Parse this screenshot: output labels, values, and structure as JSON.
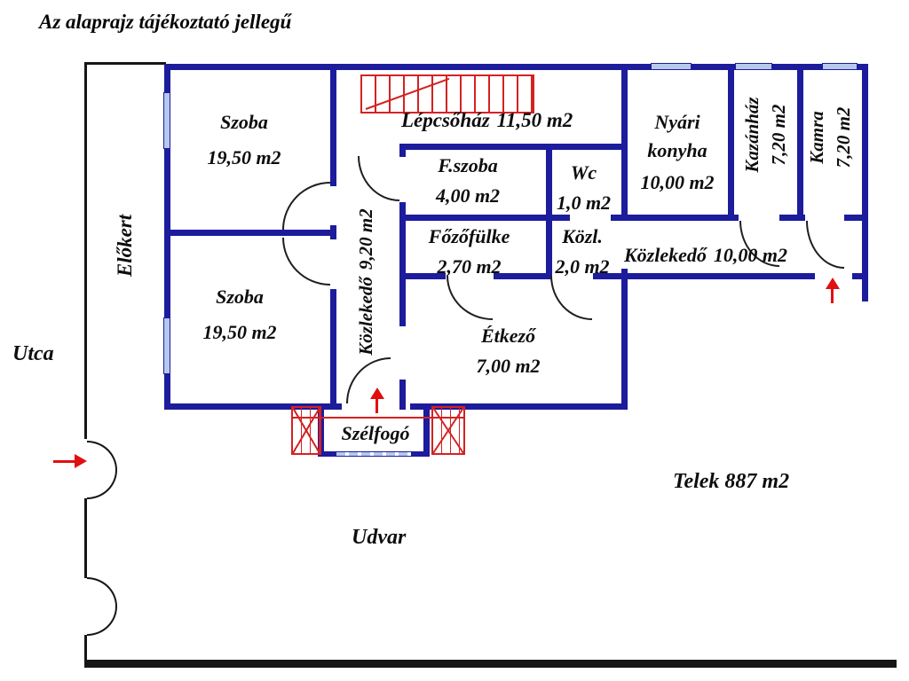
{
  "title": "Az alaprajz tájékoztató jellegű",
  "rooms": {
    "szoba_top": {
      "name": "Szoba",
      "area": "19,50 m2"
    },
    "szoba_bottom": {
      "name": "Szoba",
      "area": "19,50 m2"
    },
    "lepcsohaz": {
      "name": "Lépcsőház",
      "area": "11,50 m2"
    },
    "kozlekedo_vertical": {
      "name": "Közlekedő",
      "area": "9,20 m2"
    },
    "fszoba": {
      "name": "F.szoba",
      "area": "4,00 m2"
    },
    "wc": {
      "name": "Wc",
      "area": "1,0 m2"
    },
    "fozofulke": {
      "name": "Főzőfülke",
      "area": "2,70 m2"
    },
    "kozl": {
      "name": "Közl.",
      "area": "2,0 m2"
    },
    "etkezo": {
      "name": "Étkező",
      "area": "7,00 m2"
    },
    "nyari_konyha": {
      "name": "Nyári konyha",
      "area": "10,00 m2"
    },
    "kazanhaz": {
      "name": "Kazánház",
      "area": "7,20 m2"
    },
    "kamra": {
      "name": "Kamra",
      "area": "7,20 m2"
    },
    "kozlekedo_horizontal": {
      "name": "Közlekedő",
      "area": "10,00 m2"
    },
    "szelfogo": {
      "name": "Szélfogó",
      "area": ""
    }
  },
  "outside": {
    "utca": "Utca",
    "elokert": "Előkert",
    "udvar": "Udvar",
    "telek": "Telek 887 m2"
  },
  "colors": {
    "wall": "#1c1c9c",
    "window": "#b6c8ec",
    "stairs_red": "#d42222",
    "arrow_red": "#e01010",
    "text": "#0d0d0d"
  }
}
